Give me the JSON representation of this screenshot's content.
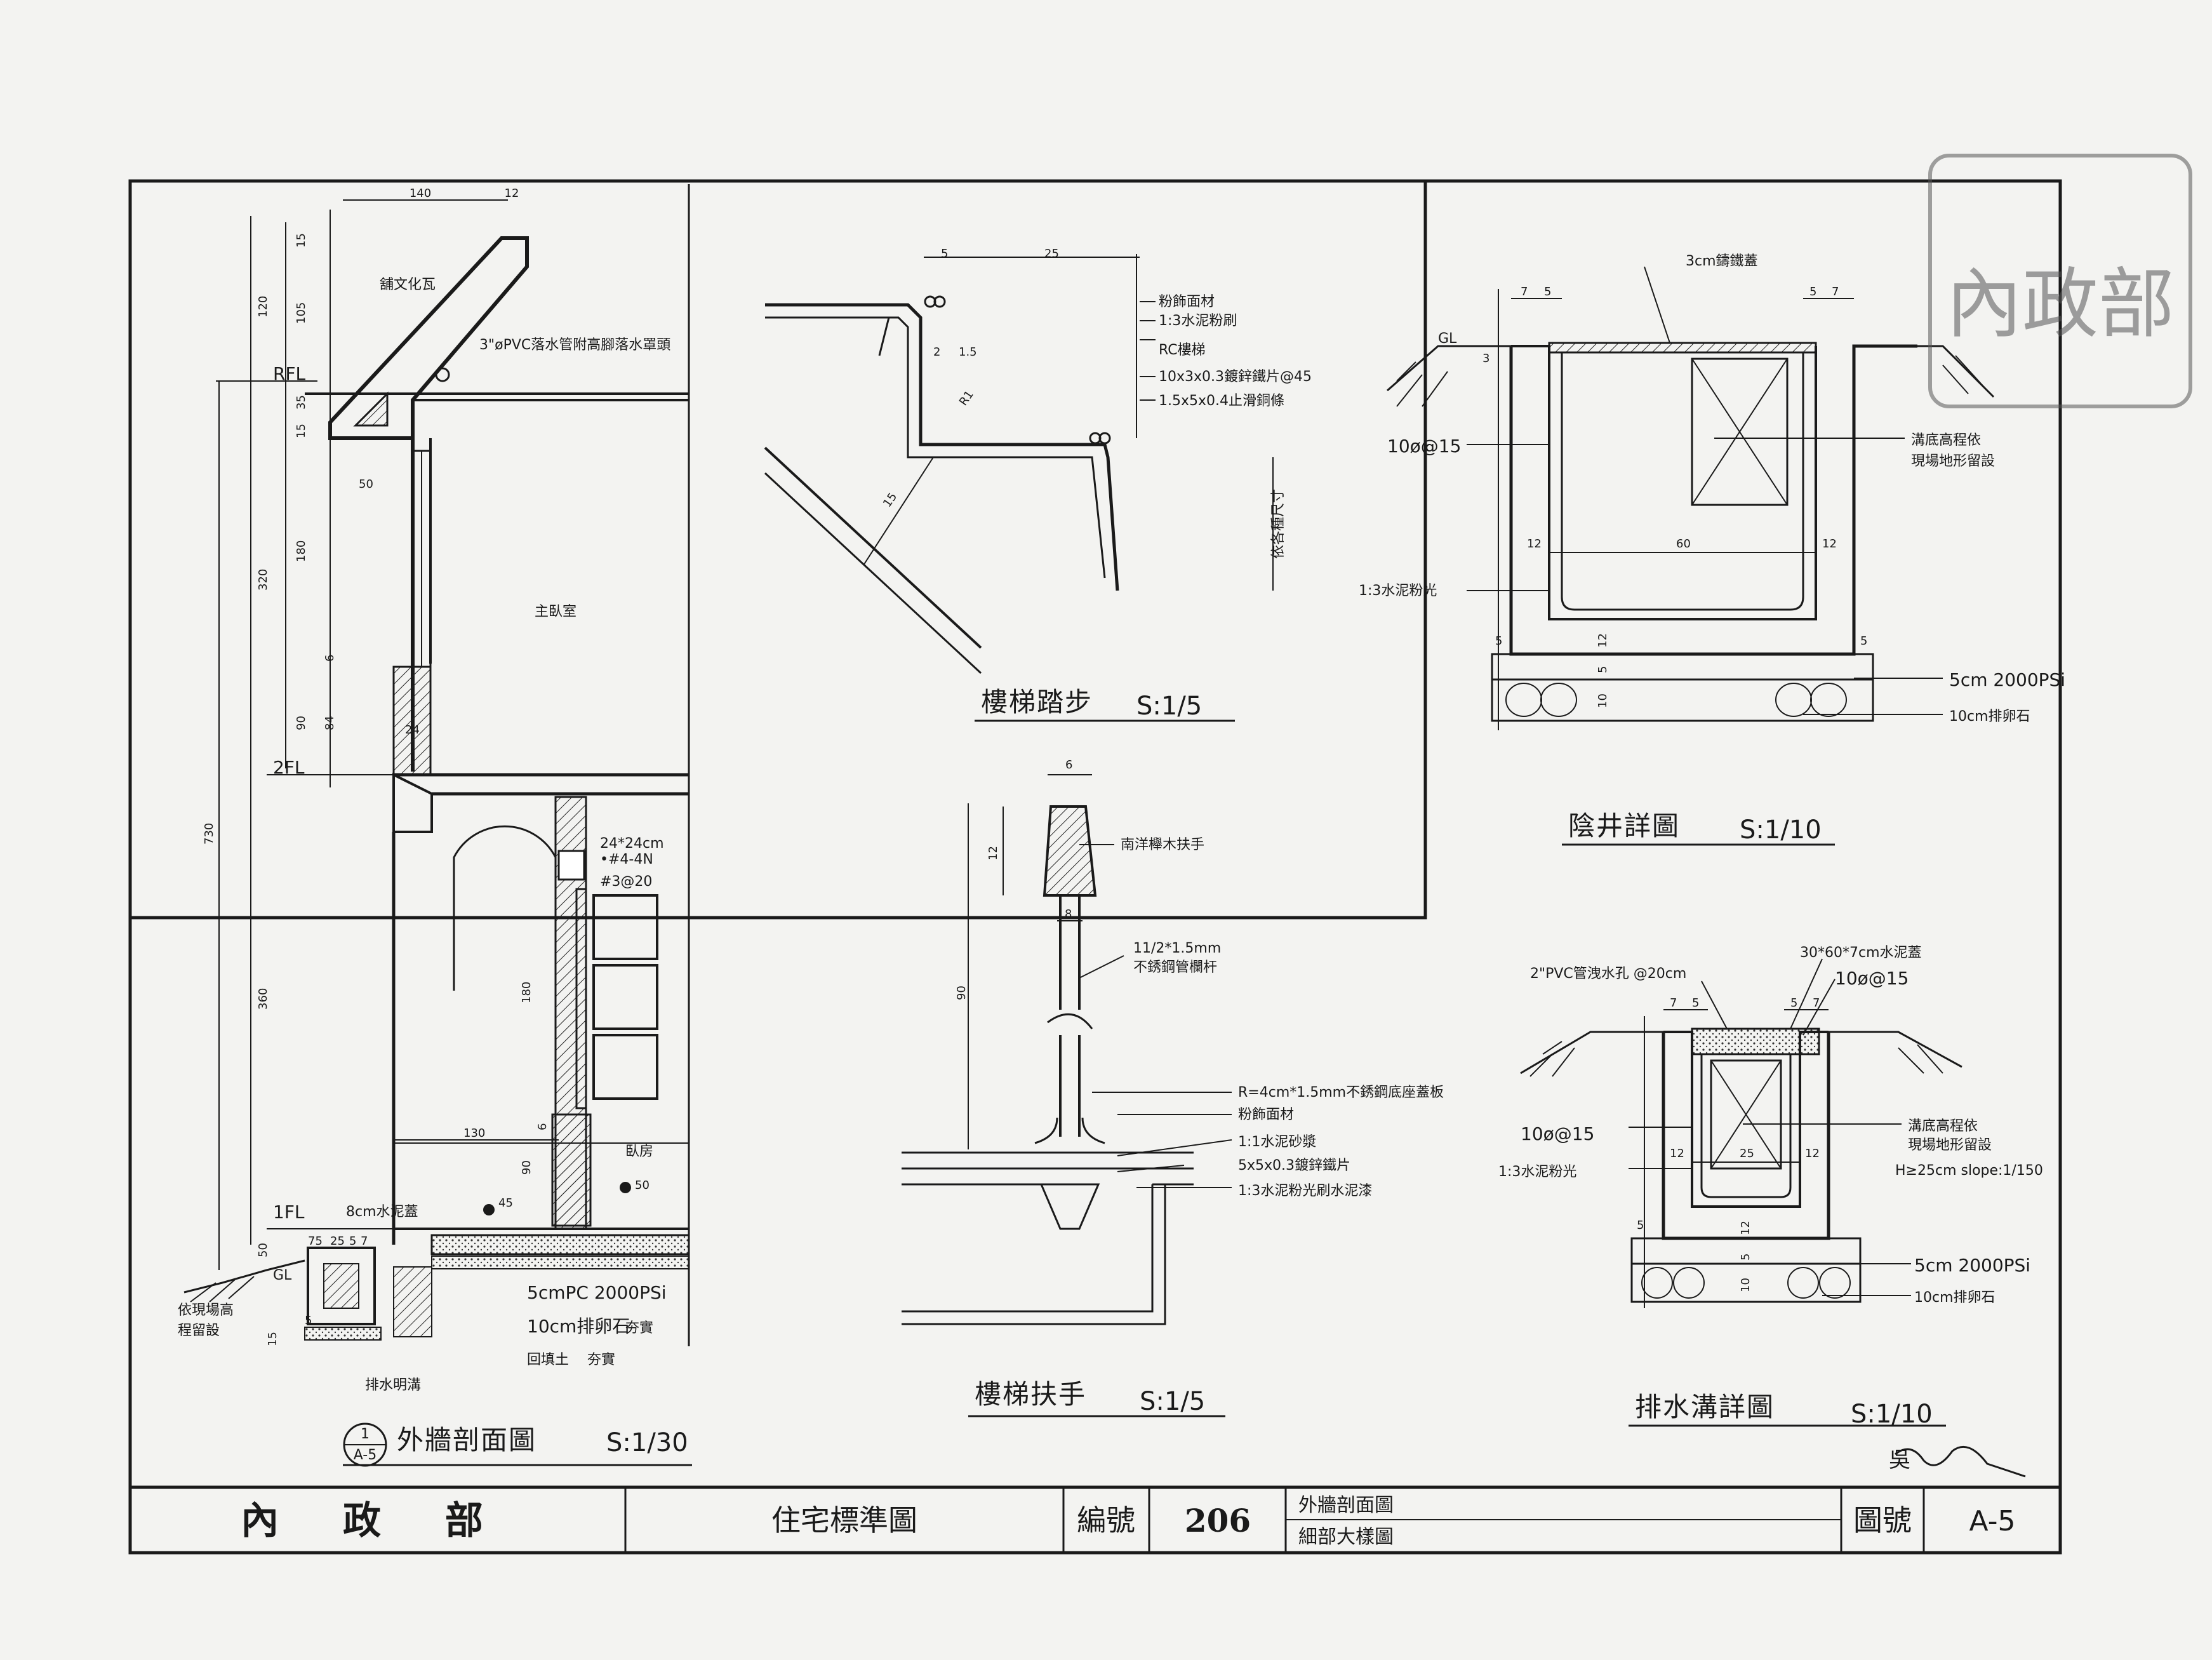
{
  "title_block": {
    "ministry": "內 政 部",
    "drawing_set": "住宅標準圖",
    "serial_label": "編號",
    "serial_no": "206",
    "content_line1": "外牆剖面圖",
    "content_line2": "細部大樣圖",
    "sheet_label": "圖號",
    "sheet_no": "A-5"
  },
  "wall_section": {
    "title": "外牆剖面圖",
    "scale": "S:1/30",
    "ref_top": "1",
    "ref_bottom": "A-5",
    "level_rfl": "RFL",
    "level_2fl": "2FL",
    "level_1fl": "1FL",
    "level_gl": "GL",
    "dims": {
      "d140": "140",
      "d12": "12",
      "d15a": "15",
      "d105": "105",
      "d120": "120",
      "d35": "35",
      "d15b": "15",
      "d50": "50",
      "d180a": "180",
      "d320": "320",
      "d6a": "6",
      "d84": "84",
      "d90a": "90",
      "d24": "24",
      "d730": "730",
      "d360": "360",
      "d180b": "180",
      "d130": "130",
      "d6b": "6",
      "d90b": "90",
      "d50b": "50",
      "d75": "75",
      "d25": "25",
      "d5a": "5",
      "d7": "7",
      "d5b": "5",
      "d15c": "15"
    },
    "roof_tile": "舖文化瓦",
    "drain_note": "3\"øPVC落水管附高腳落水罩頭",
    "room_master": "主臥室",
    "room_bed": "臥房",
    "beam_size": "24*24cm",
    "beam_rebar1": "•#4-4N",
    "beam_rebar2": "#3@20",
    "slab_45": "45",
    "slab_50": "50",
    "slab_cover": "8cm水泥蓋",
    "pc_note": "5cmPC  2000PSi",
    "gravel_note": "10cm排卵石",
    "backfill_note": "回填土",
    "compact1": "夯實",
    "compact2": "夯實",
    "site_note1": "依現場高",
    "site_note2": "程留設",
    "open_drain": "排水明溝"
  },
  "stair_step": {
    "title": "樓梯踏步",
    "scale": "S:1/5",
    "d5": "5",
    "d25": "25",
    "d2": "2",
    "d15": "1.5",
    "r1": "R1",
    "d15b": "15",
    "n1": "粉飾面材",
    "n2": "1:3水泥粉刷",
    "n3": "RC樓梯",
    "n4": "10x3x0.3鍍鋅鐵片@45",
    "n5": "1.5x5x0.4止滑銅條",
    "side": "依各種尺寸"
  },
  "handrail": {
    "title": "樓梯扶手",
    "scale": "S:1/5",
    "d6": "6",
    "d12": "12",
    "d8": "8",
    "d90": "90",
    "n1": "南洋櫸木扶手",
    "n2": "11/2*1.5mm",
    "n3": "不銹鋼管欄杆",
    "n4": "R=4cm*1.5mm不銹鋼底座蓋板",
    "n5": "粉飾面材",
    "n6": "1:1水泥砂漿",
    "n7": "5x5x0.3鍍鋅鐵片",
    "n8": "1:3水泥粉光刷水泥漆"
  },
  "manhole": {
    "title": "陰井詳圖",
    "scale": "S:1/10",
    "cover": "3cm鑄鐵蓋",
    "gl": "GL",
    "rebar": "10ø@15",
    "n1": "溝底高程依",
    "n2": "現場地形留設",
    "plaster": "1:3水泥粉光",
    "pc": "5cm  2000PSi",
    "gravel": "10cm排卵石",
    "d7a": "7",
    "d5a": "5",
    "d5b": "5",
    "d7b": "7",
    "d3": "3",
    "d12a": "12",
    "d60": "60",
    "d12b": "12",
    "d5c": "5",
    "d12c": "12",
    "d5d": "5",
    "d5e": "5",
    "d10": "10"
  },
  "drain": {
    "title": "排水溝詳圖",
    "scale": "S:1/10",
    "pvc": "2\"PVC管洩水孔 @20cm",
    "cover": "30*60*7cm水泥蓋",
    "rebar_top": "10ø@15",
    "rebar_left": "10ø@15",
    "plaster": "1:3水泥粉光",
    "n1": "溝底高程依",
    "n2": "現場地形留設",
    "slope": "H≥25cm  slope:1/150",
    "pc": "5cm  2000PSi",
    "gravel": "10cm排卵石",
    "d7a": "7",
    "d5a": "5",
    "d5b": "5",
    "d7b": "7",
    "d12a": "12",
    "d25": "25",
    "d12b": "12",
    "d5c": "5",
    "d12c": "12",
    "d5d": "5",
    "d10": "10"
  },
  "stamp": {
    "chars": "內政部"
  },
  "signature": "吳"
}
